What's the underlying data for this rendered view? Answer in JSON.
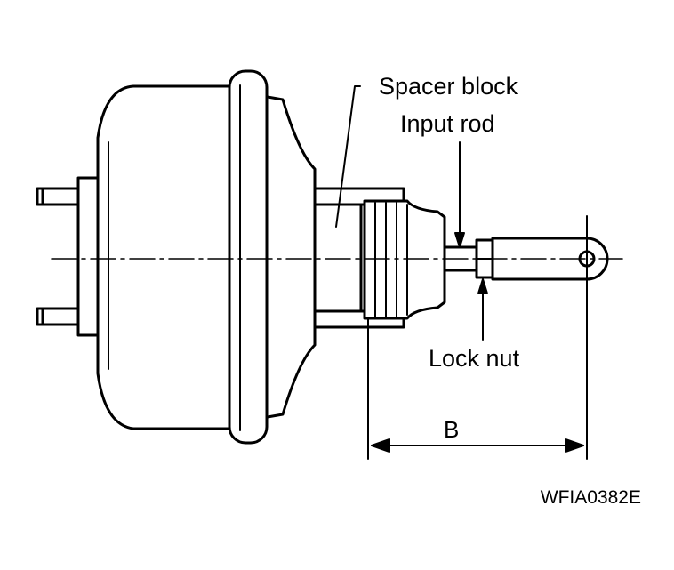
{
  "labels": {
    "spacer_block": "Spacer block",
    "input_rod": "Input rod",
    "lock_nut": "Lock nut",
    "dimension_b": "B",
    "figure_code": "WFIA0382E"
  },
  "colors": {
    "ink": "#000000",
    "paper": "#ffffff"
  }
}
